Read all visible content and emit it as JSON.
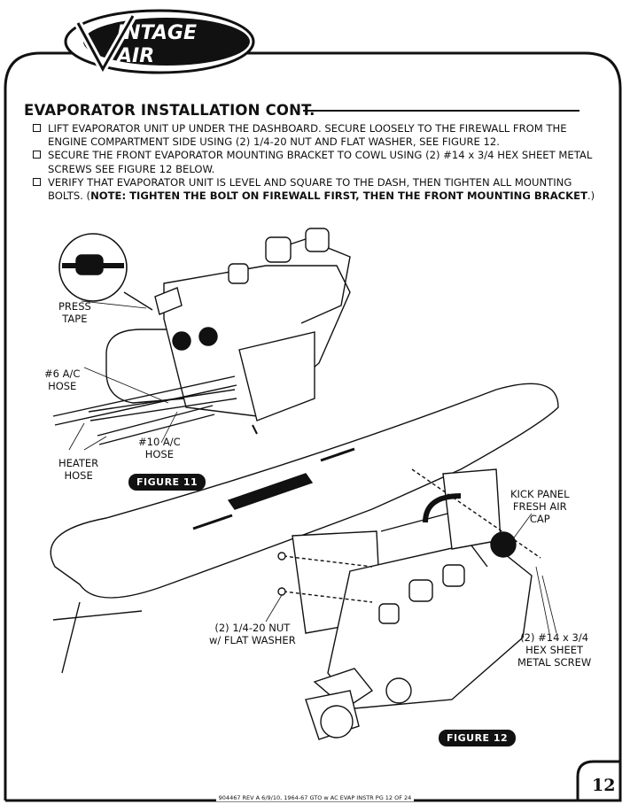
{
  "logo": {
    "text": "VINTAGE AIR"
  },
  "heading": "EVAPORATOR INSTALLATION CONT.",
  "steps": [
    {
      "text": "LIFT EVAPORATOR UNIT UP UNDER THE DASHBOARD. SECURE LOOSELY TO THE FIREWALL FROM THE ENGINE COMPARTMENT SIDE USING (2) 1/4-20 NUT AND FLAT WASHER, SEE FIGURE 12."
    },
    {
      "text": "SECURE THE FRONT EVAPORATOR MOUNTING BRACKET TO COWL USING (2) #14 x 3/4 HEX SHEET METAL SCREWS SEE FIGURE 12 BELOW."
    },
    {
      "text_before": "VERIFY THAT EVAPORATOR UNIT IS LEVEL AND SQUARE TO THE DASH, THEN TIGHTEN ALL MOUNTING BOLTS. (",
      "note": "NOTE: TIGHTEN THE BOLT ON FIREWALL FIRST, THEN THE FRONT MOUNTING BRACKET",
      "text_after": ".)"
    }
  ],
  "figure11": {
    "tag": "FIGURE 11",
    "labels": {
      "press_tape": [
        "PRESS",
        "TAPE"
      ],
      "hose6": [
        "#6 A/C",
        "HOSE"
      ],
      "hose10": [
        "#10 A/C",
        "HOSE"
      ],
      "heater_hose": [
        "HEATER",
        "HOSE"
      ]
    }
  },
  "figure12": {
    "tag": "FIGURE 12",
    "labels": {
      "kick_panel": [
        "KICK PANEL",
        "FRESH AIR",
        "CAP"
      ],
      "nut": [
        "(2) 1/4-20 NUT",
        "w/ FLAT WASHER"
      ],
      "screw": [
        "(2) #14 x 3/4",
        "HEX SHEET",
        "METAL SCREW"
      ]
    }
  },
  "page_number": "12",
  "footer": "904467 REV A 6/9/10, 1964-67 GTO w AC EVAP INSTR PG 12 OF 24"
}
